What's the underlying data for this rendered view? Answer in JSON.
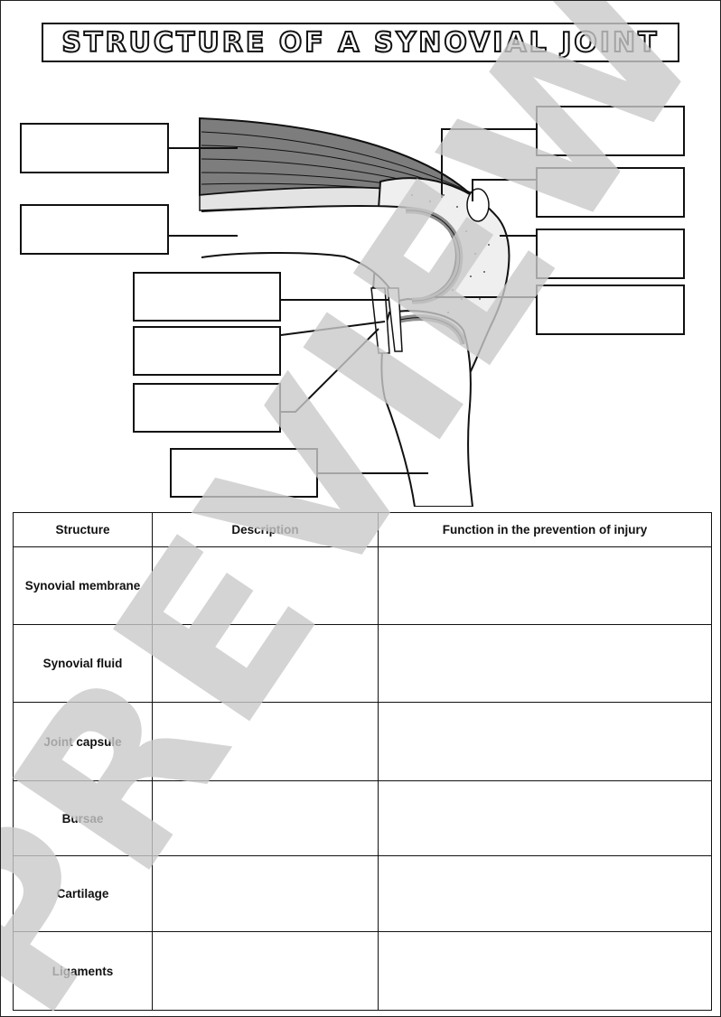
{
  "title": "STRUCTURE OF A SYNOVIAL JOINT",
  "table": {
    "headers": [
      "Structure",
      "Description",
      "Function in the prevention of injury"
    ],
    "rows": [
      "Synovial membrane",
      "Synovial fluid",
      "Joint capsule",
      "Bursae",
      "Cartilage",
      "Ligaments"
    ]
  },
  "watermark": "PREVIEW",
  "colors": {
    "watermark": "#c9c9c9",
    "muscle": "#7d7d7d",
    "cartilage": "#8f8f8f",
    "capsule": "#d7d7d7"
  }
}
